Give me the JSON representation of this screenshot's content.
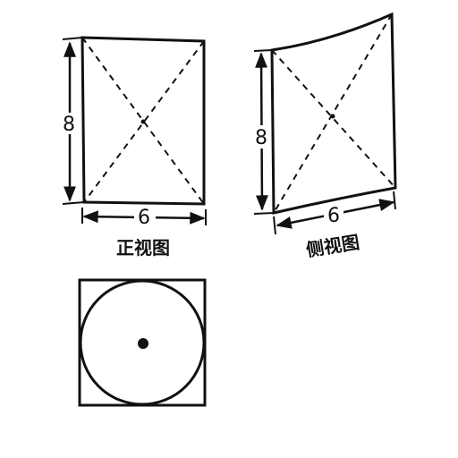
{
  "front_view": {
    "caption": "正视图",
    "height_label": "8",
    "width_label": "6"
  },
  "side_view": {
    "caption": "侧视图",
    "height_label": "8",
    "width_label": "6"
  },
  "top_view": {}
}
